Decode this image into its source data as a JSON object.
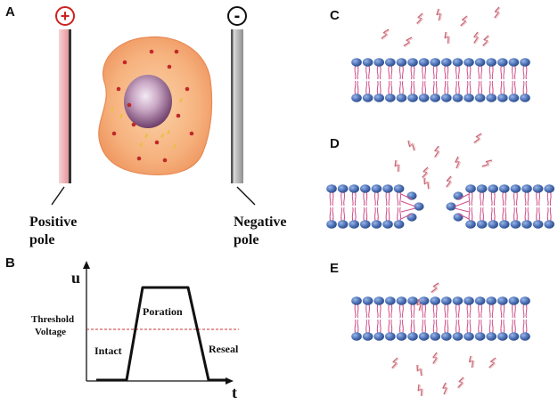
{
  "panels": {
    "A": {
      "letter": "A",
      "positive_sign": "+",
      "negative_sign": "-",
      "positive_label_line1": "Positive",
      "positive_label_line2": "pole",
      "negative_label_line1": "Negative",
      "negative_label_line2": "pole"
    },
    "B": {
      "letter": "B",
      "y_axis_label": "u",
      "x_axis_label": "t",
      "threshold_line1": "Threshold",
      "threshold_line2": "Voltage",
      "intact_label": "Intact",
      "poration_label": "Poration",
      "reseal_label": "Reseal"
    },
    "C": {
      "letter": "C"
    },
    "D": {
      "letter": "D"
    },
    "E": {
      "letter": "E"
    }
  },
  "colors": {
    "positive_sign": "#cc2222",
    "threshold_line": "#cc3333",
    "lipid_head": "#4a6fb5",
    "lipid_tail": "#d0508a",
    "cell_fill": "#f6b27e",
    "nucleus": "#8a5a80",
    "molecule": "#d06a6a"
  }
}
